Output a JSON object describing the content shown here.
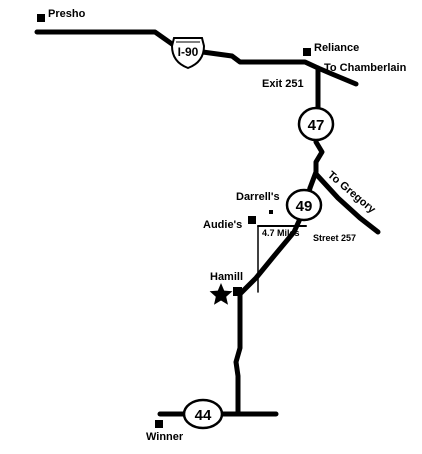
{
  "colors": {
    "ink": "#000000",
    "paper": "#ffffff"
  },
  "places": {
    "presho": "Presho",
    "reliance": "Reliance",
    "darrells": "Darrell's",
    "audies": "Audie's",
    "hamill": "Hamill",
    "winner": "Winner"
  },
  "route_markers": {
    "interstate": "I-90",
    "hwy47": "47",
    "hwy49": "49",
    "hwy44": "44"
  },
  "road_labels": {
    "exit": "Exit 251",
    "to_chamberlain": "To Chamberlain",
    "to_gregory": "To Gregory",
    "street": "Street 257",
    "distance": "4.7 Miles"
  },
  "icons": {
    "town": "square-town-icon",
    "destination": "star-icon"
  }
}
